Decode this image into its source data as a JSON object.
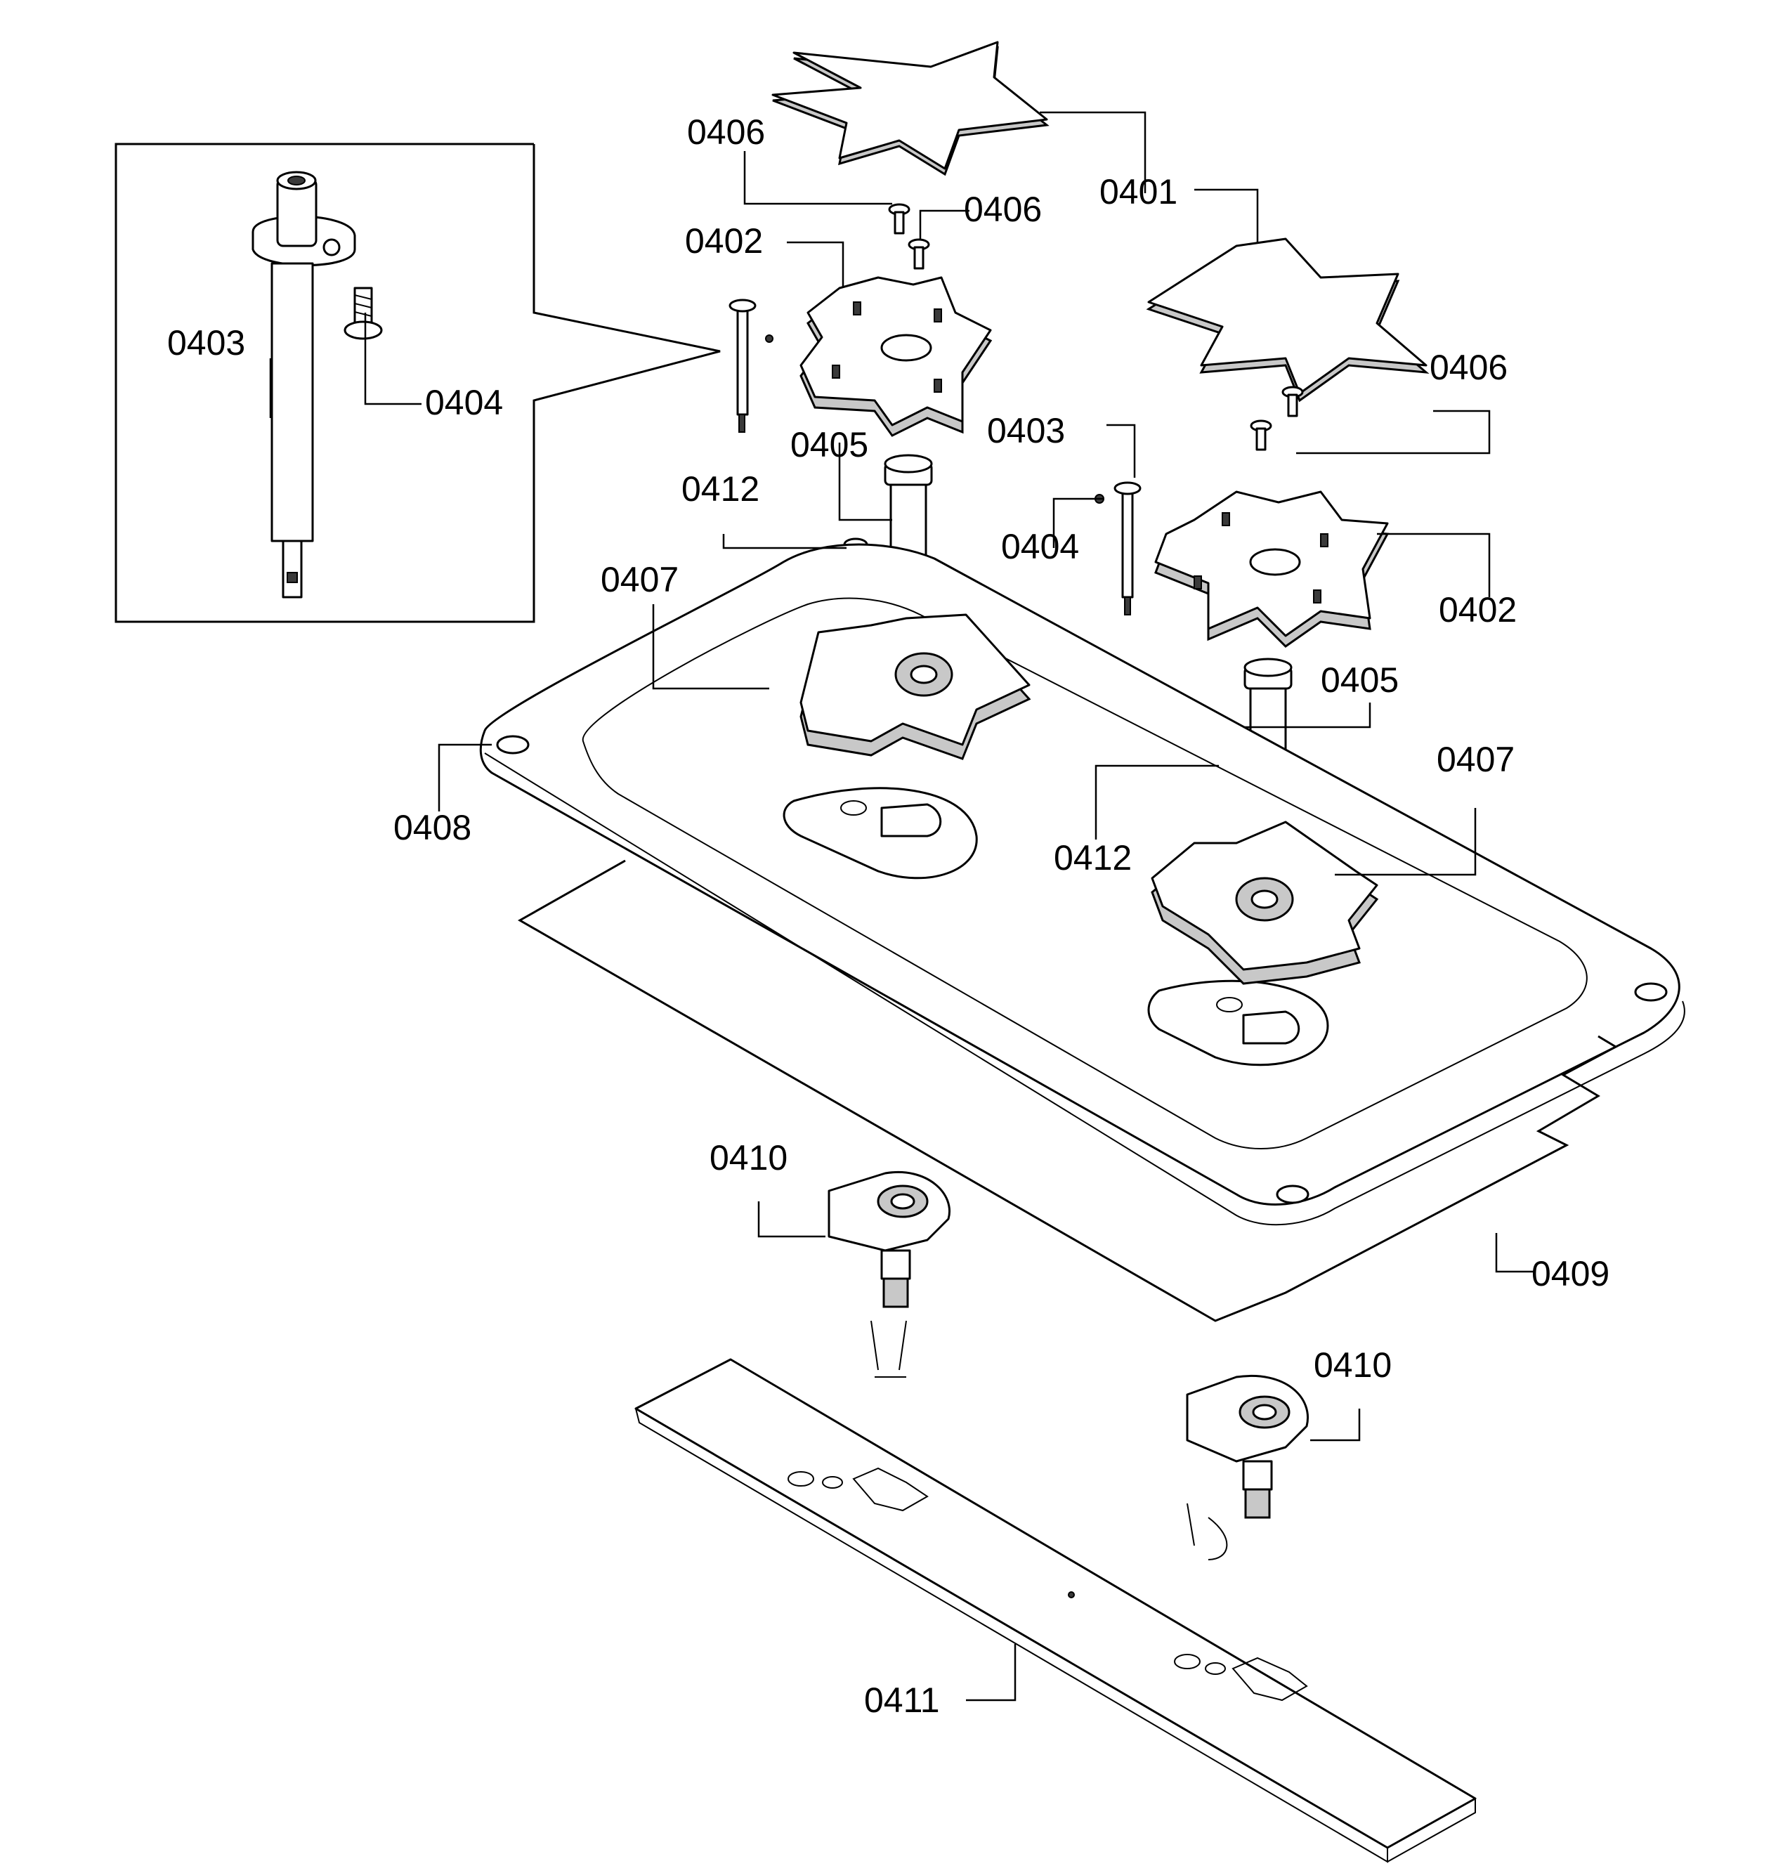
{
  "callouts": [
    {
      "id": "lbl-0401",
      "text": "0401"
    },
    {
      "id": "lbl-0402a",
      "text": "0402"
    },
    {
      "id": "lbl-0402b",
      "text": "0402"
    },
    {
      "id": "lbl-0403a",
      "text": "0403"
    },
    {
      "id": "lbl-0403b",
      "text": "0403"
    },
    {
      "id": "lbl-0404a",
      "text": "0404"
    },
    {
      "id": "lbl-0404b",
      "text": "0404"
    },
    {
      "id": "lbl-0405a",
      "text": "0405"
    },
    {
      "id": "lbl-0405b",
      "text": "0405"
    },
    {
      "id": "lbl-0406a",
      "text": "0406"
    },
    {
      "id": "lbl-0406b",
      "text": "0406"
    },
    {
      "id": "lbl-0406c",
      "text": "0406"
    },
    {
      "id": "lbl-0407a",
      "text": "0407"
    },
    {
      "id": "lbl-0407b",
      "text": "0407"
    },
    {
      "id": "lbl-0408",
      "text": "0408"
    },
    {
      "id": "lbl-0409",
      "text": "0409"
    },
    {
      "id": "lbl-0410a",
      "text": "0410"
    },
    {
      "id": "lbl-0410b",
      "text": "0410"
    },
    {
      "id": "lbl-0411",
      "text": "0411"
    },
    {
      "id": "lbl-0412a",
      "text": "0412"
    },
    {
      "id": "lbl-0412b",
      "text": "0412"
    }
  ]
}
